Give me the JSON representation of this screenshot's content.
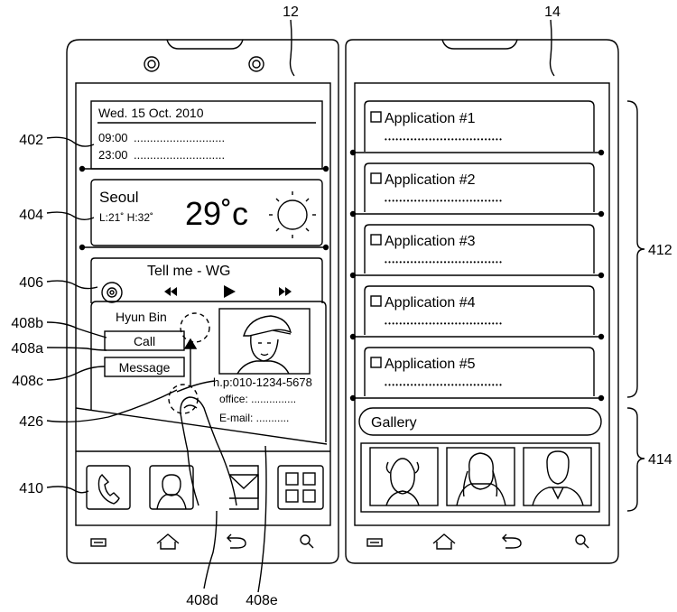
{
  "labels": {
    "ref_left_device": "12",
    "ref_right_device": "14",
    "ref_402": "402",
    "ref_404": "404",
    "ref_406": "406",
    "ref_408b": "408b",
    "ref_408a": "408a",
    "ref_408c": "408c",
    "ref_426": "426",
    "ref_410": "410",
    "ref_408d": "408d",
    "ref_408e": "408e",
    "ref_412": "412",
    "ref_414": "414"
  },
  "schedule": {
    "date": "Wed. 15 Oct. 2010",
    "time1": "09:00",
    "time2": "23:00",
    "dots": "............................"
  },
  "weather": {
    "city": "Seoul",
    "range": "L:21˚  H:32˚",
    "temp": "29˚c"
  },
  "music": {
    "title": "Tell me - WG"
  },
  "contact": {
    "name": "Hyun Bin",
    "call": "Call",
    "message": "Message",
    "phone": "h.p:010-1234-5678",
    "office": "office: ...............",
    "email": "E-mail: ..........."
  },
  "apps": [
    {
      "label": "Application #1"
    },
    {
      "label": "Application #2"
    },
    {
      "label": "Application #3"
    },
    {
      "label": "Application #4"
    },
    {
      "label": "Application #5"
    }
  ],
  "gallery": {
    "label": "Gallery"
  },
  "app_dots": "••••••••••••••••••••••••••••••••"
}
